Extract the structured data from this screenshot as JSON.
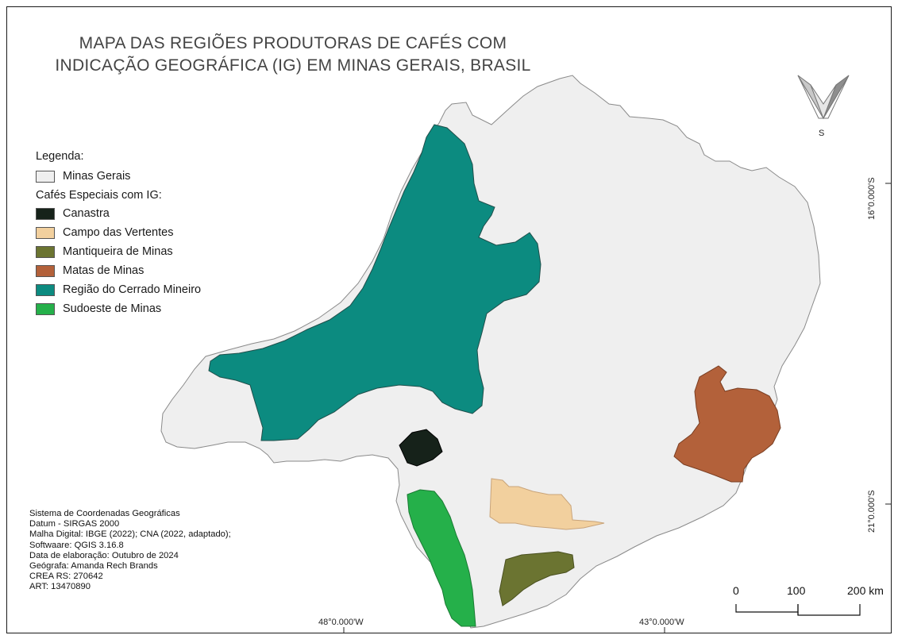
{
  "title": {
    "line1": "MAPA DAS REGIÕES PRODUTORAS DE CAFÉS COM",
    "line2": "INDICAÇÃO GEOGRÁFICA (IG) EM MINAS GERAIS, BRASIL"
  },
  "legend": {
    "heading": "Legenda:",
    "base_label": "Minas Gerais",
    "base_color": "#efefef",
    "group_heading": "Cafés Especiais com IG:",
    "items": [
      {
        "label": "Canastra",
        "color": "#16221a"
      },
      {
        "label": "Campo das Vertentes",
        "color": "#f2d09e"
      },
      {
        "label": "Mantiqueira de Minas",
        "color": "#6b7431"
      },
      {
        "label": "Matas de Minas",
        "color": "#b3613a"
      },
      {
        "label": "Região do Cerrado Mineiro",
        "color": "#0c8b80"
      },
      {
        "label": "Sudoeste de Minas",
        "color": "#25b04a"
      }
    ]
  },
  "north_arrow": {
    "label": "S"
  },
  "coordinates": {
    "lat_top": "16°0.000'S",
    "lat_bottom": "21°0.000'S",
    "lon_left": "48°0.000'W",
    "lon_right": "43°0.000'W"
  },
  "scale_bar": {
    "labels": [
      "0",
      "100",
      "200 km"
    ]
  },
  "metadata": [
    "Sistema de Coordenadas Geográficas",
    "Datum - SIRGAS 2000",
    "Malha Digital: IBGE (2022); CNA (2022, adaptado);",
    "Softwaare: QGIS 3.16.8",
    "Data de elaboração: Outubro de 2024",
    "Geógrafa: Amanda Rech Brands",
    "CREA RS: 270642",
    "ART: 13470890"
  ]
}
